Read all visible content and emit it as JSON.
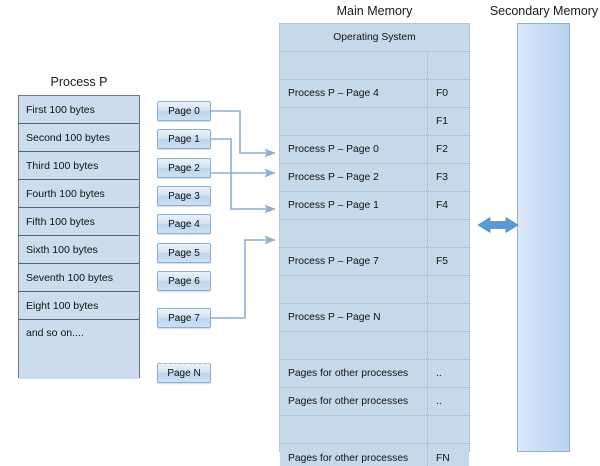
{
  "titles": {
    "process": "Process P",
    "main_memory": "Main Memory",
    "secondary_memory": "Secondary Memory"
  },
  "process_table": {
    "rows": [
      {
        "label": "First 100 bytes"
      },
      {
        "label": "Second 100 bytes"
      },
      {
        "label": "Third 100 bytes"
      },
      {
        "label": "Fourth 100 bytes"
      },
      {
        "label": "Fifth 100 bytes"
      },
      {
        "label": "Sixth 100 bytes"
      },
      {
        "label": "Seventh 100 bytes"
      },
      {
        "label": "Eight 100 bytes"
      },
      {
        "label": "and so on...."
      }
    ]
  },
  "pages": [
    {
      "label": "Page 0"
    },
    {
      "label": "Page 1"
    },
    {
      "label": "Page 2"
    },
    {
      "label": "Page 3"
    },
    {
      "label": "Page 4"
    },
    {
      "label": "Page 5"
    },
    {
      "label": "Page 6"
    },
    {
      "label": "Page 7"
    },
    {
      "label": "Page N"
    }
  ],
  "main_memory": {
    "rows": [
      {
        "label": "Operating System",
        "frame": ""
      },
      {
        "label": "",
        "frame": ""
      },
      {
        "label": "Process P – Page 4",
        "frame": "F0"
      },
      {
        "label": "",
        "frame": "F1"
      },
      {
        "label": "Process P – Page 0",
        "frame": "F2"
      },
      {
        "label": "Process P – Page 2",
        "frame": "F3"
      },
      {
        "label": "Process P – Page 1",
        "frame": "F4"
      },
      {
        "label": "",
        "frame": ""
      },
      {
        "label": "Process P – Page 7",
        "frame": "F5"
      },
      {
        "label": "",
        "frame": ""
      },
      {
        "label": "Process P – Page N",
        "frame": ""
      },
      {
        "label": "",
        "frame": ""
      },
      {
        "label": "Pages for other processes",
        "frame": ".."
      },
      {
        "label": "Pages for other processes",
        "frame": ".."
      },
      {
        "label": "",
        "frame": ""
      },
      {
        "label": "Pages for other processes",
        "frame": "FN"
      }
    ]
  },
  "colors": {
    "page_box_border": "#8faece",
    "process_cell_fill": "#ccdcec",
    "main_memory_fill": "#c6d9ea",
    "secondary_memory_fill": "#bed6f2",
    "connector_line": "#8faecd",
    "transfer_arrow": "#5b9bd5"
  },
  "connectors": {
    "mappings": [
      {
        "from": "Page 0",
        "to": "Process P – Page 0"
      },
      {
        "from": "Page 1",
        "to": "Process P – Page 1"
      },
      {
        "from": "Page 2",
        "to": "Process P – Page 2"
      },
      {
        "from": "Page 7",
        "to": "Process P – Page 7"
      }
    ],
    "transfer": {
      "label": "",
      "between": [
        "Main Memory",
        "Secondary Memory"
      ]
    }
  }
}
